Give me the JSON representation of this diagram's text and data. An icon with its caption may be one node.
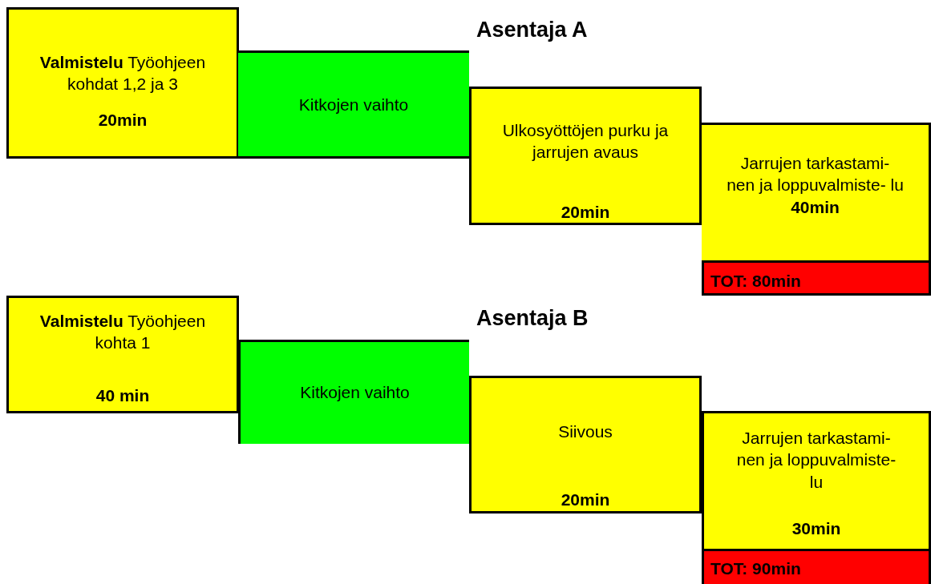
{
  "diagram": {
    "nodes": [
      {
        "text": [
          "**Valmistelu** Työohjeen kohdat 1,2 ja 3",
          "20min"
        ]
      },
      {
        "text": [
          "Kitkojen vaihto"
        ]
      },
      {
        "text": [
          "Ulkosyöttöjen purku ja jarrujen avaus",
          "20min"
        ]
      },
      {
        "text": [
          "Jarrujen tarkastami- nen ja loppuvalmiste- lu **40min**"
        ]
      },
      {
        "text": [
          "TOT: 80min"
        ]
      },
      {
        "text": [
          "**Valmistelu** Työohjeen kohta 1",
          "40 min"
        ]
      },
      {
        "text": [
          "Kitkojen vaihto"
        ]
      },
      {
        "text": [
          "Siivous",
          "20min"
        ]
      },
      {
        "text": [
          "Jarrujen tarkastami- nen ja loppuvalmiste- lu",
          "30min"
        ]
      },
      {
        "text": [
          "TOT: 90min"
        ]
      }
    ],
    "labels": [
      "Asentaja A",
      "Asentaja B"
    ]
  }
}
